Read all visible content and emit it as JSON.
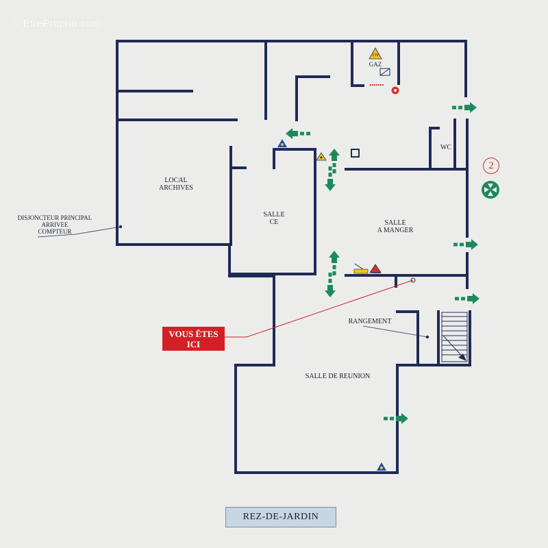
{
  "watermark": "© EtreProprio.com",
  "rooms": {
    "local_archives": [
      "LOCAL",
      "ARCHIVES"
    ],
    "salle_ce": [
      "SALLE",
      "CE"
    ],
    "salle_a_manger": [
      "SALLE",
      "A MANGER"
    ],
    "wc": "WC",
    "gaz": "GAZ",
    "rangement": "RANGEMENT",
    "salle_de_reunion": "SALLE DE REUNION"
  },
  "annotation": [
    "DISJONCTEUR PRINCIPAL",
    "ARRIVEE",
    "COMPTEUR"
  ],
  "you_are_here": [
    "VOUS ÊTES",
    "ICI"
  ],
  "assembly_point_number": "2",
  "floor_title": "REZ-DE-JARDIN",
  "gas_symbol": "CH",
  "colors": {
    "wall": "#1f2a55",
    "exit_arrow": "#1d8a5e",
    "you_are_here": "#d32027",
    "extinguisher": "#1f4fa8",
    "warning": "#f2c318",
    "fire_warning": "#d8312b"
  }
}
